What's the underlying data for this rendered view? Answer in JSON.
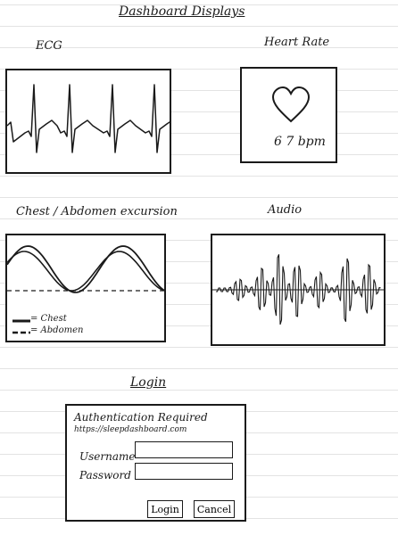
{
  "page": {
    "title": "Dashboard Displays"
  },
  "ecg": {
    "title": "ECG"
  },
  "heart_rate": {
    "title": "Heart Rate",
    "value": "6 7 bpm",
    "icon": "heart-icon"
  },
  "excursion": {
    "title": "Chest / Abdomen excursion",
    "legend": [
      {
        "label": "= Chest",
        "style": "solid"
      },
      {
        "label": "= Abdomen",
        "style": "dashed"
      }
    ]
  },
  "audio": {
    "title": "Audio"
  },
  "login": {
    "title": "Login",
    "heading": "Authentication Required",
    "url": "https://sleepdashboard.com",
    "username_label": "Username",
    "password_label": "Password",
    "username_value": "",
    "password_value": "",
    "login_button": "Login",
    "cancel_button": "Cancel"
  }
}
